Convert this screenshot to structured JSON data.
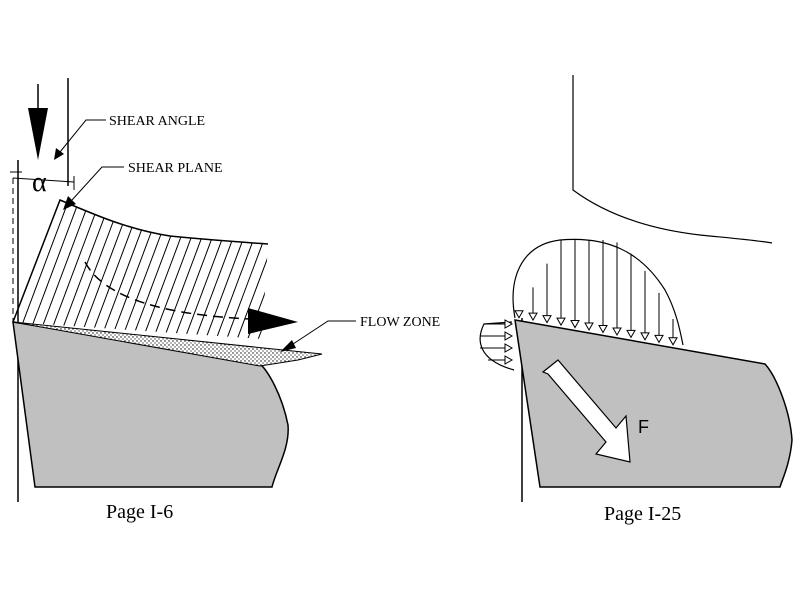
{
  "labels": {
    "shear_angle": "SHEAR ANGLE",
    "shear_plane": "SHEAR PLANE",
    "alpha": "α",
    "flow_zone": "FLOW ZONE",
    "force": "F"
  },
  "captions": {
    "left": "Page I-6",
    "right": "Page I-25"
  },
  "colors": {
    "tool_fill": "#c0c0c0",
    "ink": "#000000",
    "background": "#ffffff"
  }
}
